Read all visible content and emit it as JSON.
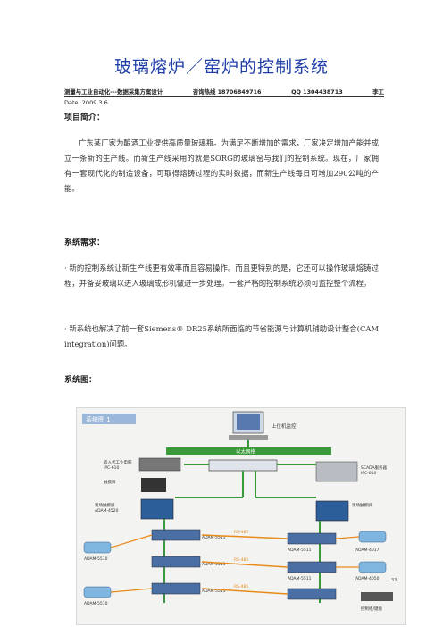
{
  "title": "玻璃熔炉／窑炉的控制系统",
  "header": {
    "col1": "测量与工业自动化---数据采集方案设计",
    "col2": "咨询热线 18706849716",
    "col3": "QQ 1304438713",
    "col4": "李工"
  },
  "date": "Date: 2009.3.6",
  "sections": {
    "intro": {
      "heading": "项目简介：",
      "text": "广东某厂家为酿酒工业提供高质量玻璃瓶。为满足不断增加的需求，厂家决定增加产能并成立一条新的生产线。而新生产线采用的就是SORG的玻璃窑与我们的控制系统。现在，厂家拥有一套现代化的制造设备，可取得熔铸过程的实时数据，而新生产线每日可增加290公吨的产能。"
    },
    "requirements": {
      "heading": "系统需求：",
      "items": [
        "· 新的控制系统让新生产线更有效率而且容易操作。而且更特别的是，它还可以操作玻璃熔铸过程，并备妥玻璃以进入玻璃成形机做进一步处理。一套严格的控制系统必须可监控整个流程。",
        "· 新系统也解决了前一套Siemens® DR25系统所面临的节省能源与计算机辅助设计整合(CAM integration)问题。"
      ]
    },
    "diagram": {
      "heading": "系统图："
    }
  },
  "diagram_labels": {
    "panel_title": "系统图 1",
    "top_pc": "上位机监控",
    "ethernet": "以太网络",
    "ipc_left": "嵌入式工业电脑\nIPC-610",
    "panel_left": "触摸屏\nPANEL",
    "adam_top": "ADAM-4520",
    "scada": "SCADA服务器\nIPC-610",
    "panel_right": "现场触摸屏\nADAM-6520",
    "rs485": "RS-485",
    "adam5510": "ADAM-5510",
    "adam5511": "ADAM-5511",
    "adam4017": "ADAM-4017",
    "adam4050": "ADAM-4050",
    "page_num": "33",
    "bottom_right": "控制柜/键盘"
  },
  "colors": {
    "title": "#1f3fa8",
    "diagram_green": "#3a9a3a",
    "diagram_orange": "#e88a1a"
  }
}
